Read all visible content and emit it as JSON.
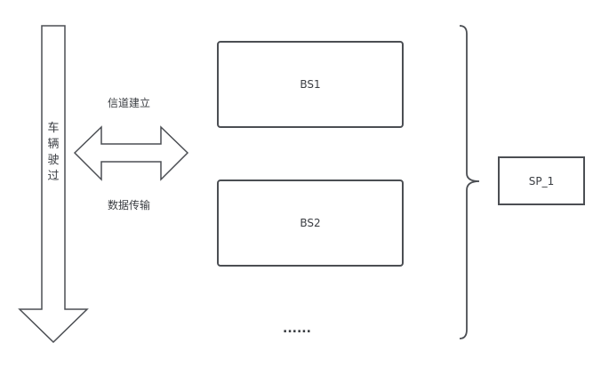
{
  "diagram": {
    "vehicle_arrow": {
      "label": "车辆驶过"
    },
    "double_arrow": {
      "top_label": "信道建立",
      "bottom_label": "数据传输"
    },
    "base_stations": [
      {
        "label": "BS1"
      },
      {
        "label": "BS2"
      }
    ],
    "ellipsis": "......",
    "server": {
      "label": "SP_1"
    },
    "colors": {
      "stroke": "#4b4e53",
      "text": "#3a3d42",
      "background": "#ffffff"
    }
  }
}
